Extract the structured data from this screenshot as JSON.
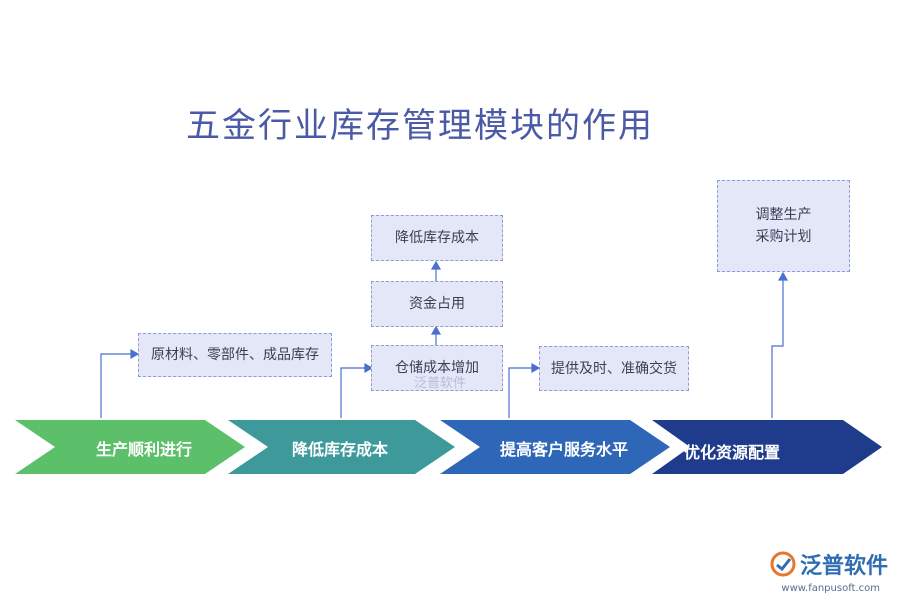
{
  "title": "五金行业库存管理模块的作用",
  "stages": [
    {
      "label": "生产顺利进行",
      "color": "#5cbf6a"
    },
    {
      "label": "降低库存成本",
      "color": "#3e9a9a"
    },
    {
      "label": "提高客户服务水平",
      "color": "#2f67b8"
    },
    {
      "label": "优化资源配置",
      "color": "#1f3c8c"
    }
  ],
  "boxes": {
    "raw_material": "原材料、零部件、成品库存",
    "storage_cost": "仓储成本增加",
    "capital": "资金占用",
    "reduce_cost": "降低库存成本",
    "delivery": "提供及时、准确交货",
    "adjust_line1": "调整生产",
    "adjust_line2": "采购计划"
  },
  "watermark": "泛普软件",
  "logo": {
    "name": "泛普软件",
    "url": "www.fanpusoft.com"
  }
}
